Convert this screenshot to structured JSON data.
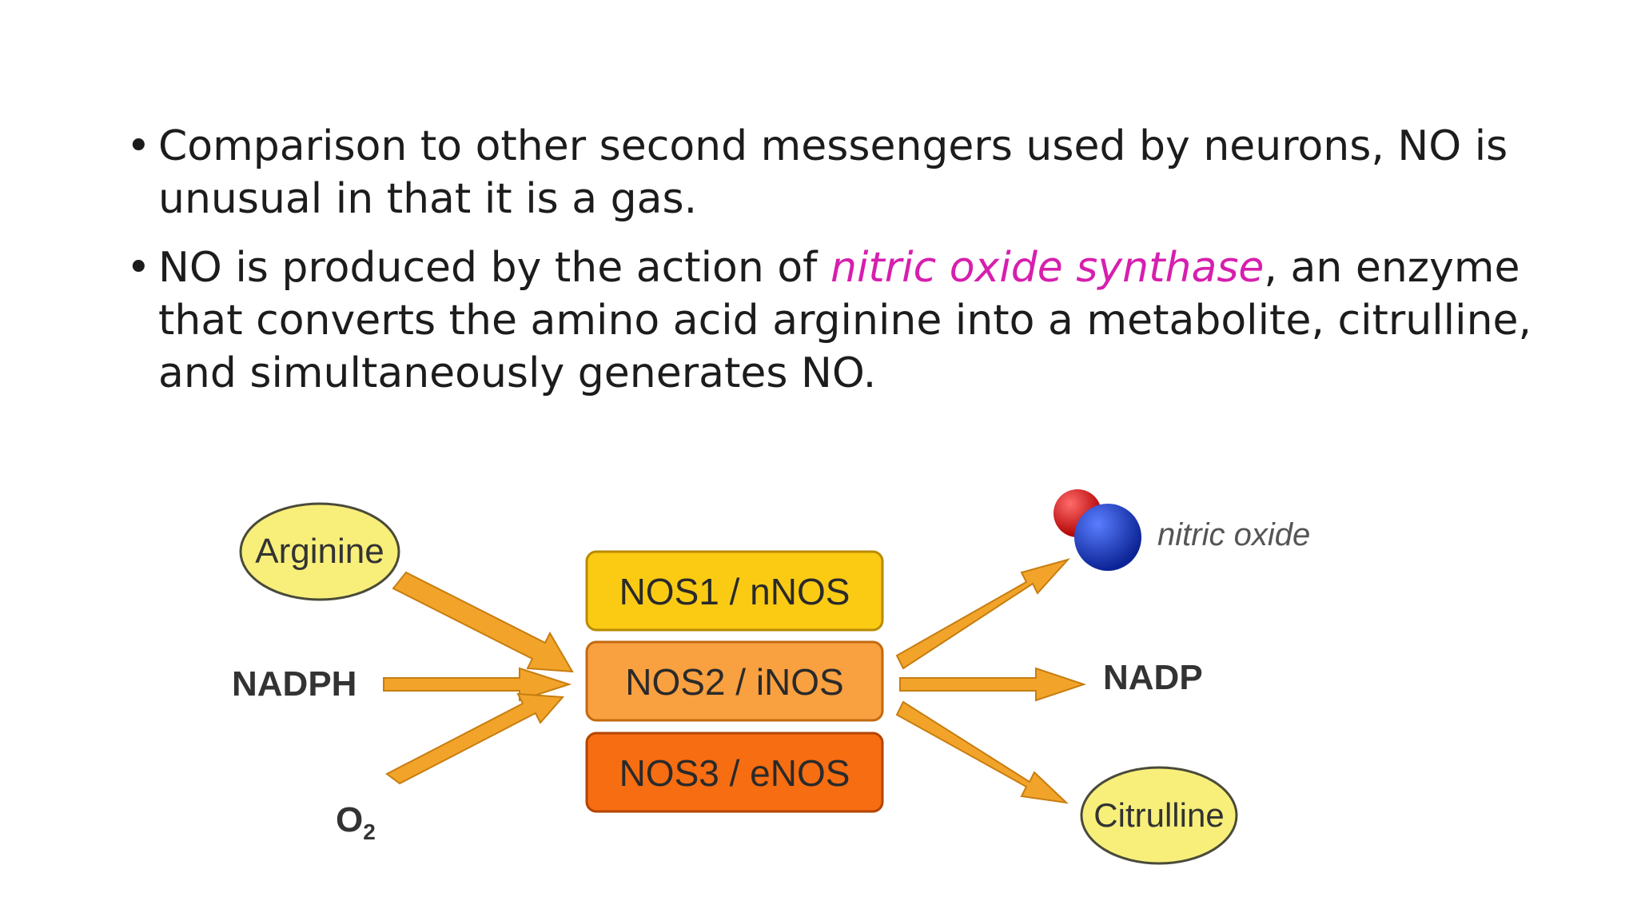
{
  "bullets": [
    {
      "before": "Comparison to other second messengers used by neurons, NO is unusual in that it is a gas.",
      "highlight": "",
      "after": ""
    },
    {
      "before": "NO is produced by the action of ",
      "highlight": "nitric oxide synthase",
      "after": ", an enzyme that converts the amino acid arginine into a metabolite, citrulline, and simultaneously generates NO."
    }
  ],
  "diagram": {
    "inputs": {
      "arginine": "Arginine",
      "nadph": "NADPH",
      "o2_main": "O",
      "o2_sub": "2"
    },
    "enzymes": [
      "NOS1 / nNOS",
      "NOS2 / iNOS",
      "NOS3 / eNOS"
    ],
    "outputs": {
      "nitric_oxide": "nitric oxide",
      "nadp": "NADP",
      "citrulline": "Citrulline"
    },
    "colors": {
      "highlight_text": "#d61fae",
      "ellipse_fill": "#f7ef7a",
      "arrow_fill": "#f2a42a",
      "enzyme_1": "#fbcb14",
      "enzyme_2": "#f9a040",
      "enzyme_3": "#f76d12",
      "atom_red": "#cc1111",
      "atom_blue": "#1f3fc0"
    }
  }
}
